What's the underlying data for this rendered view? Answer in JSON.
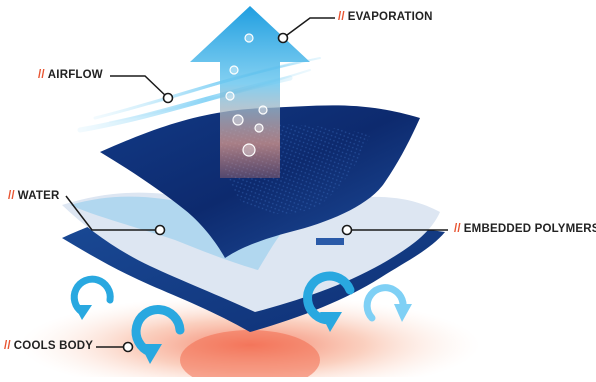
{
  "labels": {
    "prefix": "//",
    "evaporation": "EVAPORATION",
    "airflow": "AIRFLOW",
    "water": "WATER",
    "embedded_polymers": "EMBEDDED POLYMERS",
    "cools_body": "COOLS BODY"
  },
  "colors": {
    "accent": "#e8532f",
    "label_text": "#222222",
    "leader_line": "#1a1a1a",
    "fabric_dark": "#0d2a6e",
    "fabric_mid": "#1f4f9e",
    "fabric_light_layer": "#dde6f2",
    "water": "#a9d3ee",
    "arrow_blue": "#29a8e0",
    "arrow_light": "#7fd0f5",
    "airflow": "#8fd3f3",
    "heat": "#f28a6b"
  },
  "icons": {
    "evaporation_arrow": "up-arrow-icon",
    "circulation": "circular-arrow-icon",
    "bubbles": "bubble-icon",
    "pointer": "circle-pointer-icon"
  }
}
